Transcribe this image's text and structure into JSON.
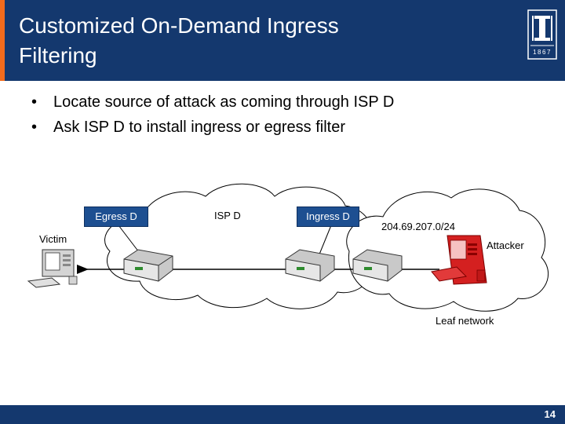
{
  "slide": {
    "title": "Customized On-Demand Ingress\nFiltering",
    "bullets": [
      "Locate source of attack as coming through ISP D",
      "Ask ISP D to install ingress or egress filter"
    ],
    "page_number": "14"
  },
  "logo": {
    "icon": "university-seal-icon",
    "year": "1867"
  },
  "diagram": {
    "tags": {
      "egress": "Egress D",
      "ingress": "Ingress D"
    },
    "labels": {
      "isp": "ISP D",
      "prefix": "204.69.207.0/24",
      "victim": "Victim",
      "attacker": "Attacker",
      "leaf": "Leaf network"
    },
    "icons": {
      "victim": "computer-icon",
      "attacker": "attacker-computer-icon",
      "router": "router-icon"
    }
  },
  "colors": {
    "header": "#14386e",
    "accent": "#f26b1d",
    "tag": "#1d4f91",
    "attacker": "#d42020"
  }
}
